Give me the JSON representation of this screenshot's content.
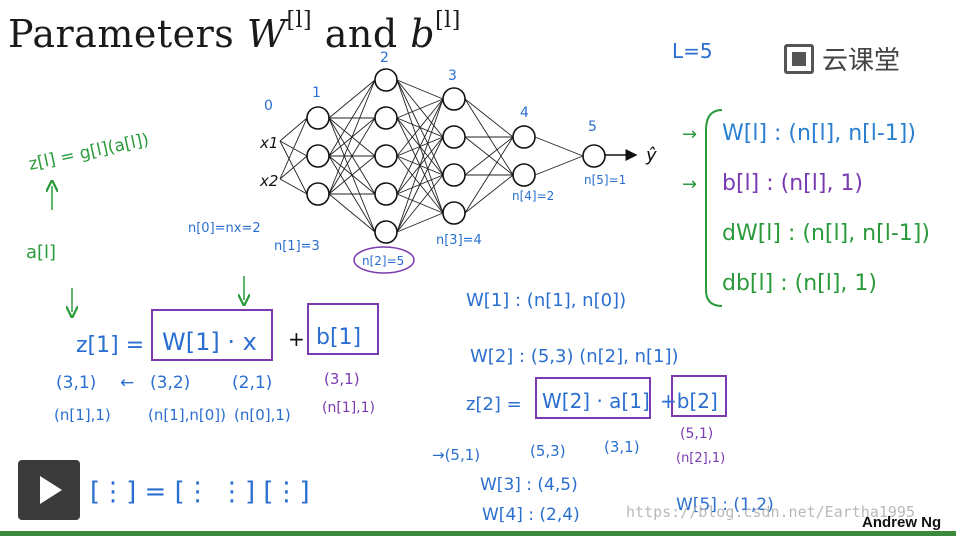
{
  "slide": {
    "title_prefix": "Parameters ",
    "title_W": "W",
    "title_sup": "[l]",
    "title_and": " and ",
    "title_b": "b",
    "title_sup2": "[l]"
  },
  "logo": {
    "text": "云课堂",
    "icon": "cloud-classroom-icon"
  },
  "watermark": "https://blog.csdn.net/Eartha1995",
  "author": "Andrew Ng",
  "controls": {
    "play_icon": "play-icon"
  },
  "network": {
    "layer_sizes": [
      2,
      3,
      5,
      4,
      2,
      1
    ],
    "layer_numbers": [
      "0",
      "1",
      "2",
      "3",
      "4",
      "5"
    ],
    "inputs": [
      "x1",
      "x2"
    ],
    "output": "ŷ",
    "layer_size_labels": [
      "n[0]=nx=2",
      "n[1]=3",
      "n[2]=5",
      "n[3]=4",
      "n[4]=2",
      "n[5]=1"
    ]
  },
  "notes": {
    "L": "L=5",
    "left_eq": "z[l] = g[l](a[l])",
    "a_l": "a[l]",
    "main_eq_lhs": "z[1] =",
    "main_eq_w": "W[1] · x",
    "main_eq_plus": "+",
    "main_eq_b": "b[1]",
    "dims_row1": [
      "(3,1)",
      "←",
      "(3,2)",
      "(2,1)",
      "(3,1)"
    ],
    "dims_row2": [
      "(n[1],1)",
      "(n[1],n[0])",
      "(n[0],1)",
      "(n[1],1)"
    ],
    "matrix_eq": "[⋮] = [⋮ ⋮] [⋮]",
    "W1_dims": "W[1] : (n[1], n[0])",
    "W2_dims": "W[2] : (5,3)   (n[2], n[1])",
    "z2_eq_lhs": "z[2] =",
    "z2_eq_w": "W[2] · a[1]",
    "z2_eq_b": "+b[2]",
    "z2_dims_row1": [
      "→(5,1)",
      "(5,3)",
      "(3,1)",
      "(5,1)"
    ],
    "z2_dims_row2": "(n[2],1)",
    "W3_dims": "W[3] : (4,5)",
    "W4_dims": "W[4] : (2,4)",
    "W5_dims": "W[5] : (1,2)",
    "summary": [
      {
        "arrow": "→",
        "text": "W[l] : (n[l], n[l-1])",
        "color": "#2a7fd0"
      },
      {
        "arrow": "→",
        "text": "b[l] :  (n[l], 1)",
        "color": "#7a3bb0"
      },
      {
        "arrow": "",
        "text": "dW[l] : (n[l], n[l-1])",
        "color": "#2a9a3a"
      },
      {
        "arrow": "",
        "text": "db[l] : (n[l], 1)",
        "color": "#2a9a3a"
      }
    ]
  },
  "colors": {
    "blue": "#2a6fd0",
    "green": "#2a9a3a",
    "purple": "#7a3bb0",
    "black": "#111111"
  }
}
